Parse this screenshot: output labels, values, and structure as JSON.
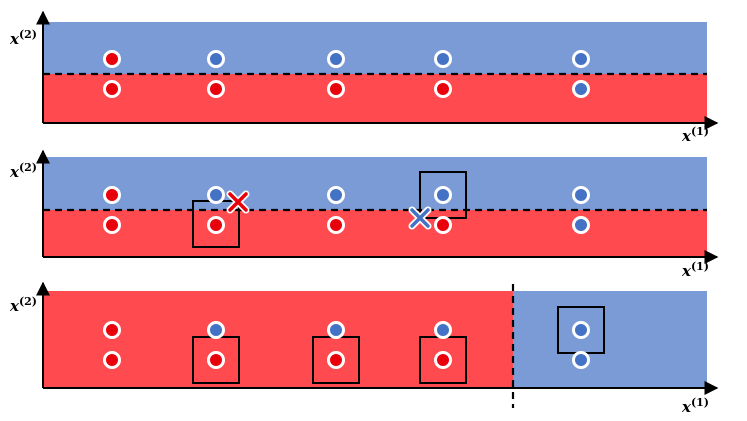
{
  "colors": {
    "blue_region": "#7B9BD6",
    "red_region": "#FF4A4F",
    "red_point": "#E8000B",
    "blue_point": "#4472C4",
    "point_outline": "#ffffff",
    "box": "#000000"
  },
  "labels": {
    "x1_main": "x",
    "x1_sup": "(1)",
    "x2_main": "x",
    "x2_sup": "(2)"
  },
  "panels": [
    {
      "id": "panel-1",
      "split": "horizontal",
      "points": [
        {
          "col": 0,
          "row": "top",
          "color": "red",
          "boxed": false
        },
        {
          "col": 0,
          "row": "bottom",
          "color": "red",
          "boxed": false
        },
        {
          "col": 1,
          "row": "top",
          "color": "blue",
          "boxed": false
        },
        {
          "col": 1,
          "row": "bottom",
          "color": "red",
          "boxed": false
        },
        {
          "col": 2,
          "row": "top",
          "color": "blue",
          "boxed": false
        },
        {
          "col": 2,
          "row": "bottom",
          "color": "red",
          "boxed": false
        },
        {
          "col": 3,
          "row": "top",
          "color": "blue",
          "boxed": false
        },
        {
          "col": 3,
          "row": "bottom",
          "color": "red",
          "boxed": false
        },
        {
          "col": 4,
          "row": "top",
          "color": "blue",
          "boxed": false
        },
        {
          "col": 4,
          "row": "bottom",
          "color": "blue",
          "boxed": false
        }
      ],
      "crosses": []
    },
    {
      "id": "panel-2",
      "split": "horizontal",
      "points": [
        {
          "col": 0,
          "row": "top",
          "color": "red",
          "boxed": false
        },
        {
          "col": 0,
          "row": "bottom",
          "color": "red",
          "boxed": false
        },
        {
          "col": 1,
          "row": "top",
          "color": "blue",
          "boxed": false
        },
        {
          "col": 1,
          "row": "bottom",
          "color": "red",
          "boxed": true
        },
        {
          "col": 2,
          "row": "top",
          "color": "blue",
          "boxed": false
        },
        {
          "col": 2,
          "row": "bottom",
          "color": "red",
          "boxed": false
        },
        {
          "col": 3,
          "row": "top",
          "color": "blue",
          "boxed": true
        },
        {
          "col": 3,
          "row": "bottom",
          "color": "red",
          "boxed": false
        },
        {
          "col": 4,
          "row": "top",
          "color": "blue",
          "boxed": false
        },
        {
          "col": 4,
          "row": "bottom",
          "color": "blue",
          "boxed": false
        }
      ],
      "crosses": [
        {
          "near_col": 1,
          "color": "red"
        },
        {
          "near_col": 3,
          "color": "blue"
        }
      ]
    },
    {
      "id": "panel-3",
      "split": "vertical",
      "points": [
        {
          "col": 0,
          "row": "top",
          "color": "red",
          "boxed": false
        },
        {
          "col": 0,
          "row": "bottom",
          "color": "red",
          "boxed": false
        },
        {
          "col": 1,
          "row": "top",
          "color": "blue",
          "boxed": false
        },
        {
          "col": 1,
          "row": "bottom",
          "color": "red",
          "boxed": true
        },
        {
          "col": 2,
          "row": "top",
          "color": "blue",
          "boxed": false
        },
        {
          "col": 2,
          "row": "bottom",
          "color": "red",
          "boxed": true
        },
        {
          "col": 3,
          "row": "top",
          "color": "blue",
          "boxed": false
        },
        {
          "col": 3,
          "row": "bottom",
          "color": "red",
          "boxed": true
        },
        {
          "col": 4,
          "row": "top",
          "color": "blue",
          "boxed": true
        },
        {
          "col": 4,
          "row": "bottom",
          "color": "blue",
          "boxed": false
        }
      ],
      "crosses": []
    }
  ]
}
